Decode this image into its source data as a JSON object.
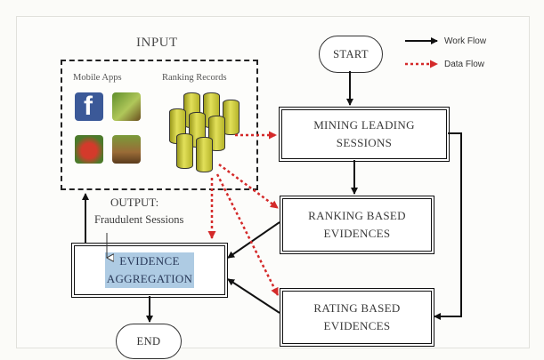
{
  "input": {
    "title": "INPUT",
    "mobile_apps_label": "Mobile Apps",
    "ranking_records_label": "Ranking Records"
  },
  "icons": [
    "facebook-app-icon",
    "game-app-icon",
    "angry-bird-app-icon",
    "craft-game-app-icon"
  ],
  "output": {
    "label": "OUTPUT:",
    "value": "Fraudulent Sessions"
  },
  "nodes": {
    "start": "START",
    "mining_line1": "MINING LEADING",
    "mining_line2": "SESSIONS",
    "ranking_line1": "RANKING BASED",
    "ranking_line2": "EVIDENCES",
    "rating_line1": "RATING BASED",
    "rating_line2": "EVIDENCES",
    "evidence_line1": "EVIDENCE",
    "evidence_line2": "AGGREGATION",
    "end": "END"
  },
  "legend": {
    "work_flow": "Work Flow",
    "data_flow": "Data Flow"
  },
  "colors": {
    "work_flow": "#111111",
    "data_flow": "#d42a2a",
    "highlight": "#aecbe3"
  }
}
